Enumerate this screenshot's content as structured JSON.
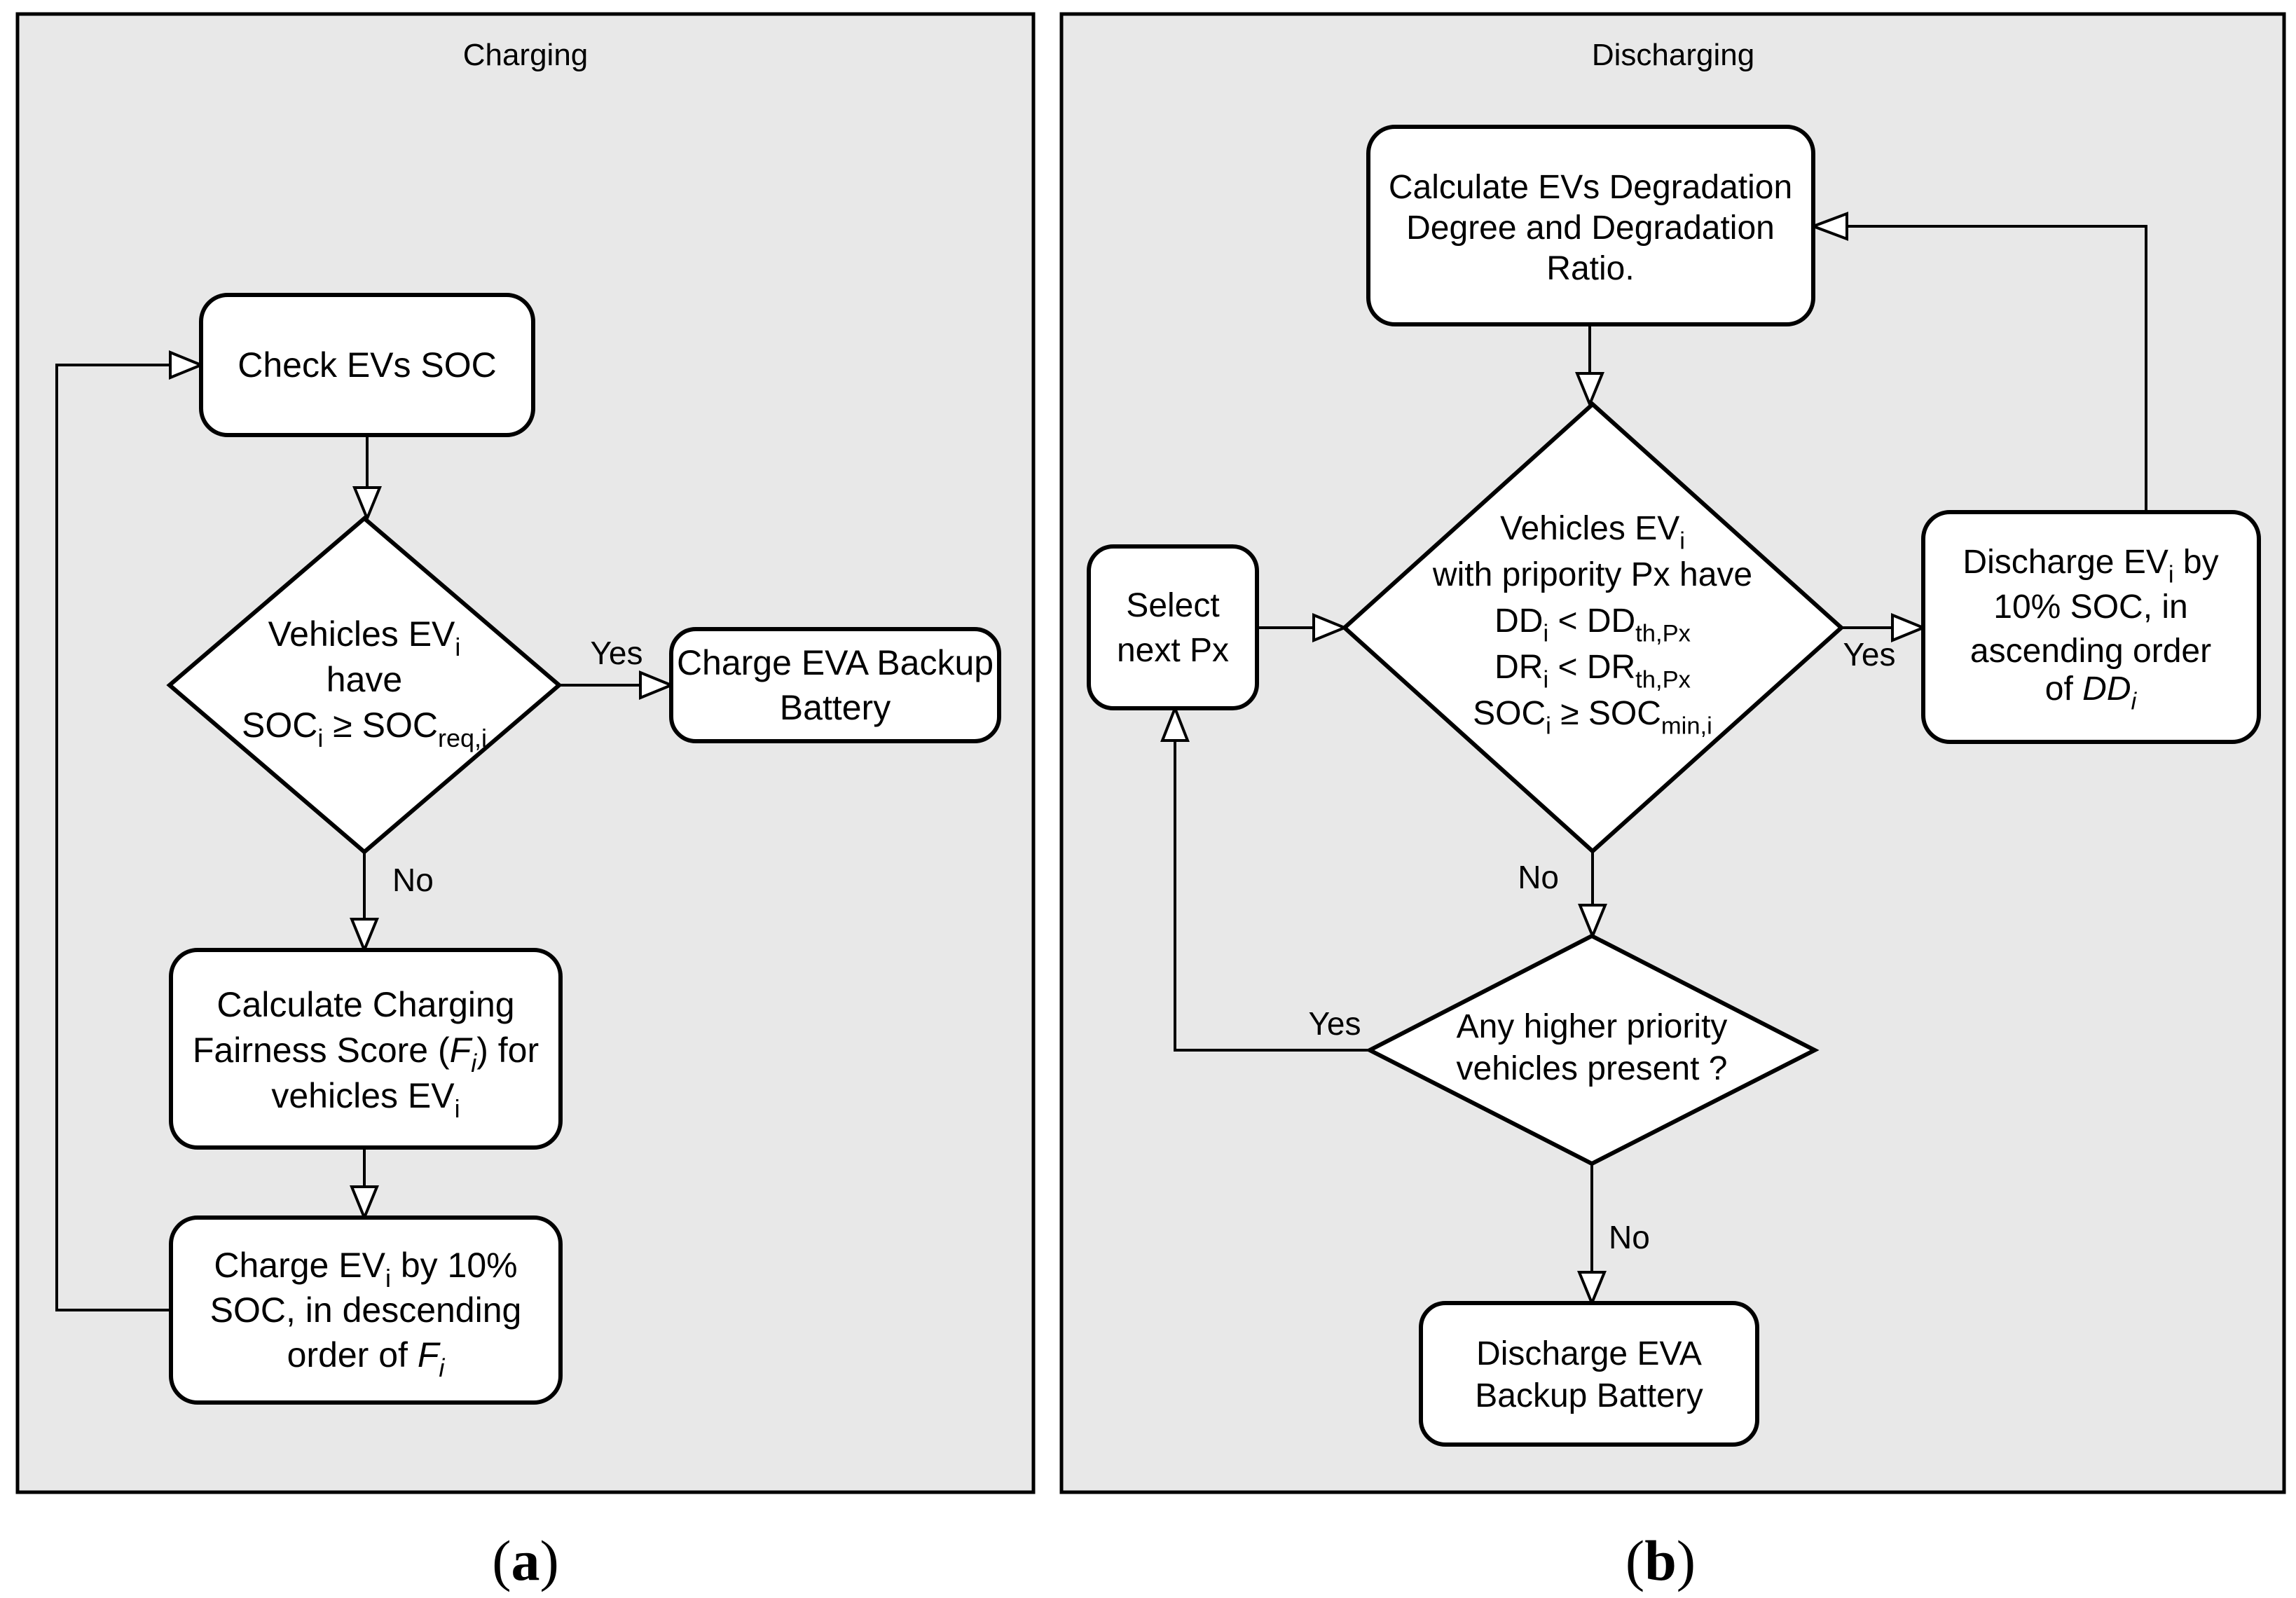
{
  "colors": {
    "panel_bg": "#e8e8e8",
    "shape_fill": "#ffffff",
    "stroke": "#000000",
    "page_bg": "#ffffff"
  },
  "panels": {
    "charging": {
      "title": "Charging",
      "caption": [
        {
          "t": "("
        },
        {
          "t": "a",
          "b": 1
        },
        {
          "t": ")"
        }
      ],
      "labels": {
        "yes": "Yes",
        "no": "No"
      },
      "nodes": {
        "check": {
          "lines": [
            [
              {
                "t": "Check EVs SOC"
              }
            ]
          ]
        },
        "decision": {
          "lines": [
            [
              {
                "t": "Vehicles EV"
              },
              {
                "t": "i",
                "sub": 1
              }
            ],
            [
              {
                "t": "have"
              }
            ],
            [
              {
                "t": "SOC"
              },
              {
                "t": "i",
                "sub": 1
              },
              {
                "t": " ≥ SOC"
              },
              {
                "t": "req,i",
                "sub": 1
              }
            ]
          ]
        },
        "backup": {
          "lines": [
            [
              {
                "t": "Charge EVA Backup"
              }
            ],
            [
              {
                "t": "Battery"
              }
            ]
          ]
        },
        "fairness": {
          "lines": [
            [
              {
                "t": "Calculate Charging"
              }
            ],
            [
              {
                "t": "Fairness Score ("
              },
              {
                "t": "F",
                "it": 1
              },
              {
                "t": "i",
                "sub": 1,
                "it": 1
              },
              {
                "t": ") for"
              }
            ],
            [
              {
                "t": "vehicles EV"
              },
              {
                "t": "i",
                "sub": 1
              }
            ]
          ]
        },
        "charge10": {
          "lines": [
            [
              {
                "t": "Charge EV"
              },
              {
                "t": "i",
                "sub": 1
              },
              {
                "t": " by 10%"
              }
            ],
            [
              {
                "t": "SOC, in descending"
              }
            ],
            [
              {
                "t": "order of "
              },
              {
                "t": "F",
                "it": 1
              },
              {
                "t": "i",
                "sub": 1,
                "it": 1
              }
            ]
          ]
        }
      }
    },
    "discharging": {
      "title": "Discharging",
      "caption": [
        {
          "t": "("
        },
        {
          "t": "b",
          "b": 1
        },
        {
          "t": ")"
        }
      ],
      "labels": {
        "yes_right": "Yes",
        "no_down": "No",
        "yes_left": "Yes",
        "no_bottom": "No"
      },
      "nodes": {
        "calc": {
          "lines": [
            [
              {
                "t": "Calculate EVs Degradation"
              }
            ],
            [
              {
                "t": "Degree and Degradation"
              }
            ],
            [
              {
                "t": "Ratio."
              }
            ]
          ]
        },
        "decision": {
          "lines": [
            [
              {
                "t": "Vehicles EV"
              },
              {
                "t": "i",
                "sub": 1
              }
            ],
            [
              {
                "t": "with pripority Px have"
              }
            ],
            [
              {
                "t": "DD"
              },
              {
                "t": "i",
                "sub": 1
              },
              {
                "t": " < DD"
              },
              {
                "t": "th,Px",
                "sub": 1
              }
            ],
            [
              {
                "t": "DR"
              },
              {
                "t": "i",
                "sub": 1
              },
              {
                "t": " < DR"
              },
              {
                "t": "th,Px",
                "sub": 1
              }
            ],
            [
              {
                "t": "SOC"
              },
              {
                "t": "i",
                "sub": 1
              },
              {
                "t": " ≥ SOC"
              },
              {
                "t": "min,i",
                "sub": 1
              }
            ]
          ]
        },
        "select": {
          "lines": [
            [
              {
                "t": "Select"
              }
            ],
            [
              {
                "t": "next Px"
              }
            ]
          ]
        },
        "discharge": {
          "lines": [
            [
              {
                "t": "Discharge EV"
              },
              {
                "t": "i",
                "sub": 1
              },
              {
                "t": " by"
              }
            ],
            [
              {
                "t": "10% SOC, in"
              }
            ],
            [
              {
                "t": "ascending order"
              }
            ],
            [
              {
                "t": "of "
              },
              {
                "t": "DD",
                "it": 1
              },
              {
                "t": "i",
                "sub": 1,
                "it": 1
              }
            ]
          ]
        },
        "higher": {
          "lines": [
            [
              {
                "t": "Any higher priority"
              }
            ],
            [
              {
                "t": "vehicles present ?"
              }
            ]
          ]
        },
        "backup": {
          "lines": [
            [
              {
                "t": "Discharge EVA"
              }
            ],
            [
              {
                "t": "Backup Battery"
              }
            ]
          ]
        }
      }
    }
  }
}
